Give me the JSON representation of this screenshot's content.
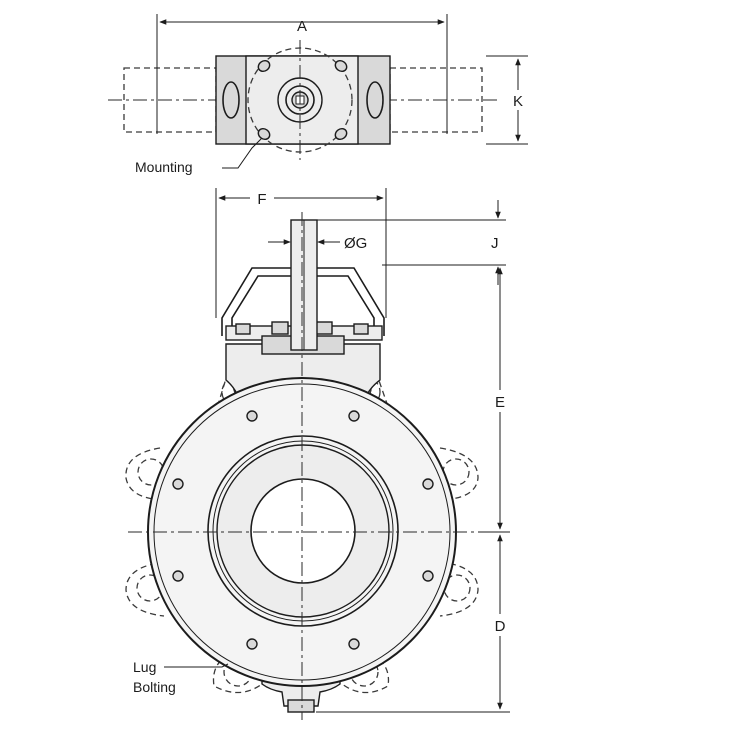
{
  "dimensions": {
    "a": "A",
    "k": "K",
    "f": "F",
    "g": "ØG",
    "j": "J",
    "e": "E",
    "d": "D"
  },
  "notes": {
    "mounting": "Mounting",
    "lug_line1": "Lug",
    "lug_line2": "Bolting"
  }
}
